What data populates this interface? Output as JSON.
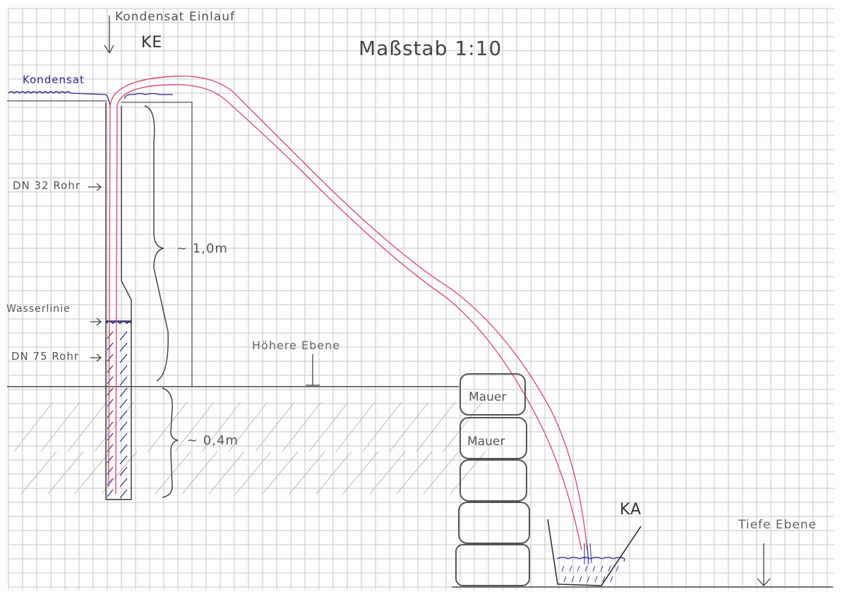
{
  "title": "Maßstab 1:10",
  "labels": {
    "inlet": "Kondensat Einlauf",
    "inlet_abbr": "KE",
    "condensate": "Kondensat",
    "dn32": "DN 32 Rohr",
    "waterline": "Wasserlinie",
    "dn75": "DN 75 Rohr",
    "height_upper": "~ 1,0m",
    "height_lower": "~ 0,4m",
    "higher_level": "Höhere Ebene",
    "wall1": "Mauer",
    "wall2": "Mauer",
    "outlet_abbr": "KA",
    "lower_level": "Tiefe Ebene"
  },
  "colors": {
    "pencil": "#555555",
    "pipe": "#d9506e",
    "water": "#2b2b8c",
    "grid": "#c8c8c8"
  }
}
